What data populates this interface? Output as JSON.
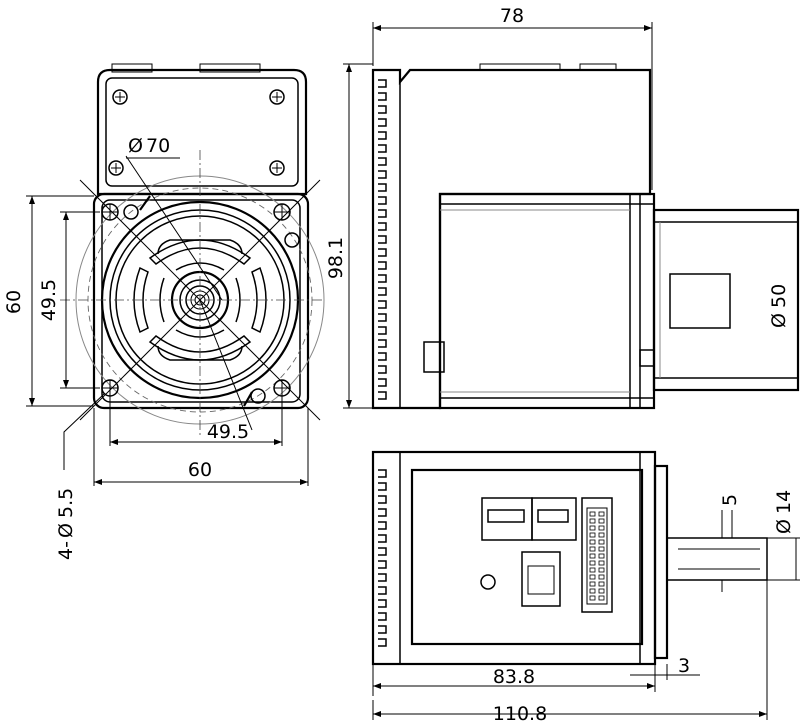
{
  "dimensions": {
    "phi70": "70",
    "h49_5_left": "49.5",
    "h60_left": "60",
    "h49_5_bottom": "49.5",
    "w60_bottom": "60",
    "hole_label_prefix": "4-",
    "hole_label_value": "5.5",
    "top_width_78": "78",
    "side_height_98_1": "98.1",
    "shaft_phi50": "50",
    "bottom_83_8": "83.8",
    "bottom_3": "3",
    "bottom_110_8": "110.8",
    "key_5": "5",
    "shaft_phi14": "14"
  },
  "diameter_symbol": "Ø"
}
